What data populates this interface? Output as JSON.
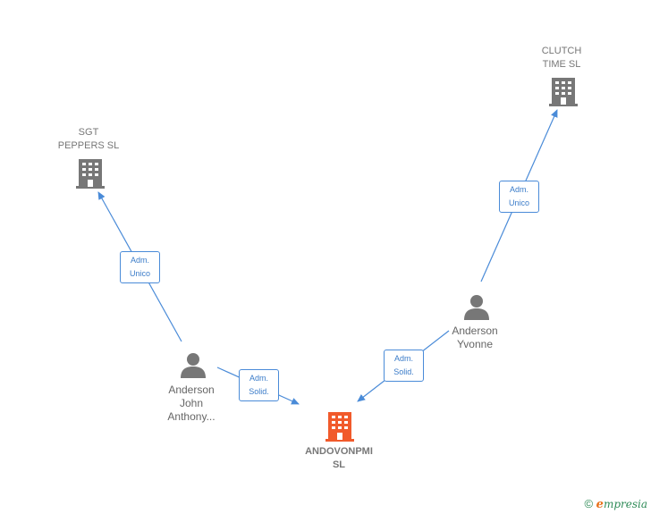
{
  "nodes": {
    "clutch": {
      "label": "CLUTCH\nTIME SL",
      "type": "company"
    },
    "sgt": {
      "label": "SGT\nPEPPERS SL",
      "type": "company"
    },
    "andovonpmi": {
      "label": "ANDOVONPMI\nSL",
      "type": "company-focus"
    },
    "yvonne": {
      "label": "Anderson\nYvonne",
      "type": "person"
    },
    "john": {
      "label": "Anderson\nJohn\nAnthony...",
      "type": "person"
    }
  },
  "edges": {
    "yvonne_clutch": "Adm.\nUnico",
    "john_sgt": "Adm.\nUnico",
    "john_andovonpmi": "Adm.\nSolid.",
    "yvonne_andovonpmi": "Adm.\nSolid."
  },
  "colors": {
    "company": "#777777",
    "focus": "#f15a2b",
    "person": "#777777",
    "edge": "#4a8bd8"
  },
  "footer": {
    "copyright": "©",
    "brand_initial": "e",
    "brand_rest": "mpresia"
  }
}
